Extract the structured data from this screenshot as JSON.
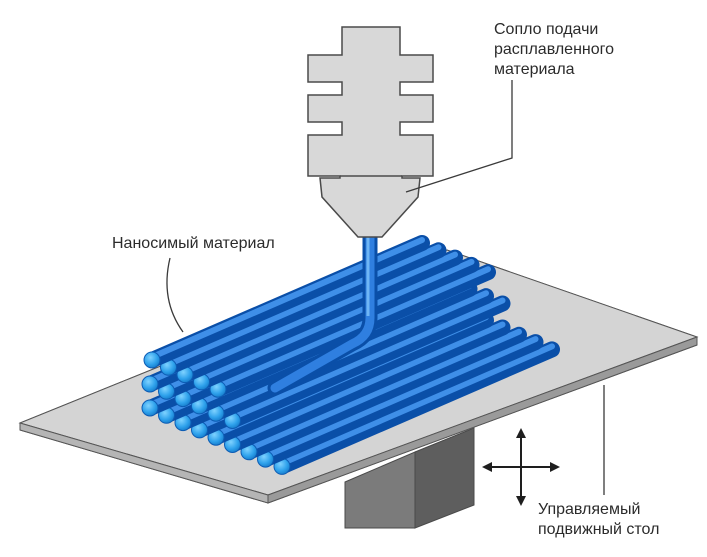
{
  "labels": {
    "nozzle": "Сопло подачи\nрасплавленного\nматериала",
    "material": "Наносимый материал",
    "table": "Управляемый\nподвижный стол"
  },
  "colors": {
    "nozzle_fill": "#d8d8d8",
    "nozzle_stroke": "#4a4a4a",
    "table_top": "#d4d4d4",
    "table_front": "#a9a9a9",
    "table_stroke": "#555555",
    "pedestal_front": "#7b7b7b",
    "pedestal_side": "#5e5e5e",
    "rod_dark": "#0a4fa8",
    "rod_mid": "#1f6fd6",
    "rod_end": "#2a9be8",
    "rod_end_light": "#5bc0f5",
    "leader_line": "#3a3a3a",
    "arrow": "#1e1e1e"
  },
  "icons": [
    "nozzle-icon",
    "move-arrows-icon"
  ]
}
